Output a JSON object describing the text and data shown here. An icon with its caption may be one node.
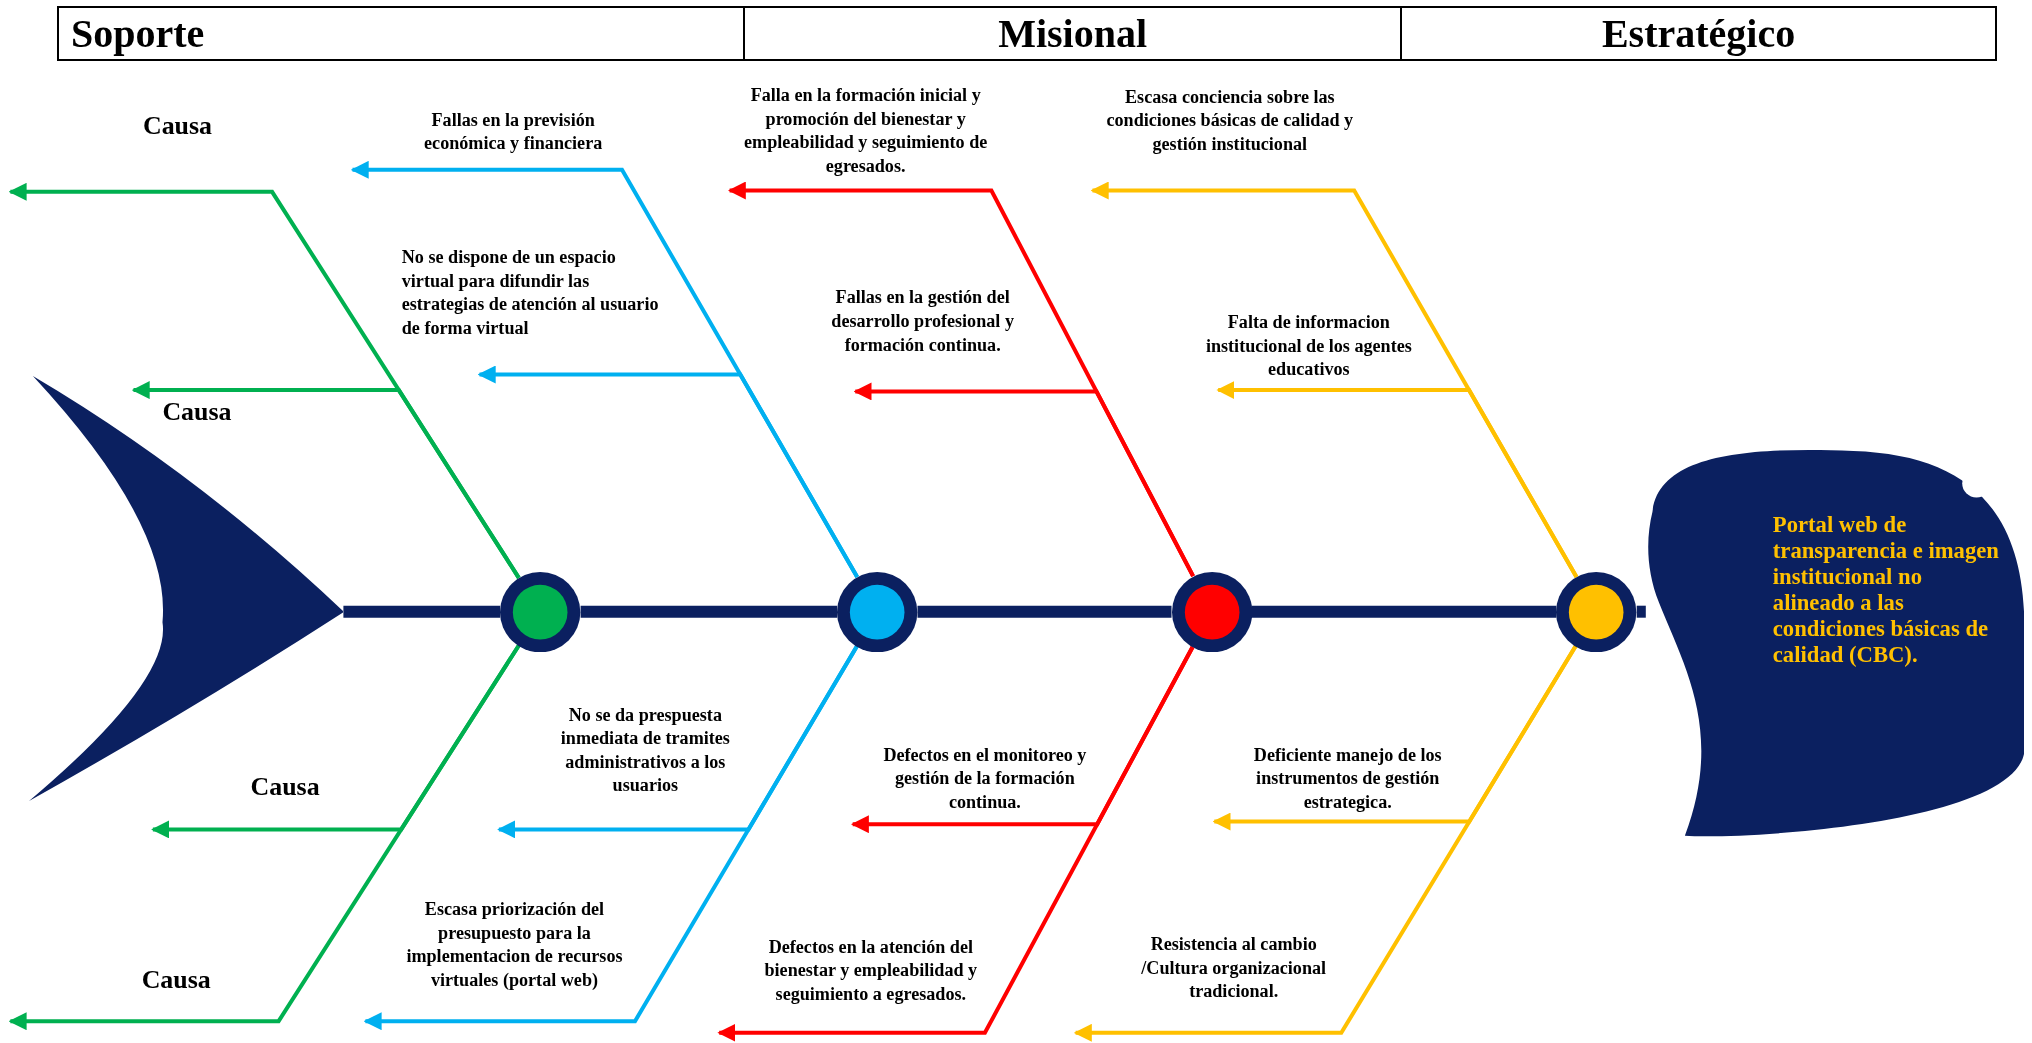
{
  "diagram": {
    "nodes": [
      {
        "text": [],
        "shape": "chevron"
      },
      {
        "text": [],
        "shape": "circle"
      },
      {
        "text": [],
        "shape": "circle"
      },
      {
        "text": [],
        "shape": "circle"
      },
      {
        "text": [],
        "shape": "circle"
      },
      {
        "text": [
          "Portal web de transparencia e imagen institucional no alineado a las condiciones básicas de calidad (CBC)."
        ]
      },
      {
        "text": [
          "Causa"
        ]
      },
      {
        "text": [
          "Causa"
        ]
      },
      {
        "text": [
          "Causa"
        ]
      },
      {
        "text": [
          "Causa"
        ]
      },
      {
        "text": [
          "Fallas en la previsión económica y financiera"
        ]
      },
      {
        "text": [
          "No se dispone de un espacio virtual para difundir las estrategias de atención al usuario de forma virtual"
        ]
      },
      {
        "text": [
          "No se da prespuesta inmediata de tramites administrativos a los usuarios"
        ]
      },
      {
        "text": [
          "Escasa priorización del presupuesto para la implementacion de recursos virtuales (portal web)"
        ]
      },
      {
        "text": [
          "Falla en la formación inicial y promoción del bienestar y empleabilidad y seguimiento de egresados."
        ]
      },
      {
        "text": [
          "Fallas en la gestión del desarrollo profesional y formación continua."
        ]
      },
      {
        "text": [
          "Defectos en el monitoreo y gestión de la formación continua."
        ]
      },
      {
        "text": [
          "Defectos en la atención del bienestar y empleabilidad y seguimiento a egresados."
        ]
      },
      {
        "text": [
          "Escasa conciencia sobre las condiciones básicas de calidad y gestión institucional"
        ]
      },
      {
        "text": [
          "Falta de informacion institucional de los agentes educativos"
        ]
      },
      {
        "text": [
          "Deficiente manejo de los instrumentos de gestión estrategica."
        ]
      },
      {
        "text": [
          "Resistencia al cambio /Cultura organizacional tradicional."
        ]
      }
    ],
    "edges": [
      {
        "from": 0,
        "to": 1,
        "arrow": "none",
        "style": "thick",
        "color": "#0b2060"
      },
      {
        "from": 1,
        "to": 2,
        "arrow": "none",
        "style": "thick",
        "color": "#0b2060"
      },
      {
        "from": 2,
        "to": 3,
        "arrow": "none",
        "style": "thick",
        "color": "#0b2060"
      },
      {
        "from": 3,
        "to": 4,
        "arrow": "none",
        "style": "thick",
        "color": "#0b2060"
      },
      {
        "from": 4,
        "to": 5,
        "arrow": "none",
        "style": "thick",
        "color": "#0b2060"
      },
      {
        "from": 1,
        "to": 6,
        "arrow": "to",
        "color": "#00b050"
      },
      {
        "from": 1,
        "to": 7,
        "arrow": "to",
        "color": "#00b050"
      },
      {
        "from": 1,
        "to": 8,
        "arrow": "to",
        "color": "#00b050"
      },
      {
        "from": 1,
        "to": 9,
        "arrow": "to",
        "color": "#00b050"
      },
      {
        "from": 2,
        "to": 10,
        "arrow": "to",
        "color": "#00b0f0"
      },
      {
        "from": 2,
        "to": 11,
        "arrow": "to",
        "color": "#00b0f0"
      },
      {
        "from": 2,
        "to": 12,
        "arrow": "to",
        "color": "#00b0f0"
      },
      {
        "from": 2,
        "to": 13,
        "arrow": "to",
        "color": "#00b0f0"
      },
      {
        "from": 3,
        "to": 14,
        "arrow": "to",
        "color": "#ff0000"
      },
      {
        "from": 3,
        "to": 15,
        "arrow": "to",
        "color": "#ff0000"
      },
      {
        "from": 3,
        "to": 16,
        "arrow": "to",
        "color": "#ff0000"
      },
      {
        "from": 3,
        "to": 17,
        "arrow": "to",
        "color": "#ff0000"
      },
      {
        "from": 4,
        "to": 18,
        "arrow": "to",
        "color": "#ffc000"
      },
      {
        "from": 4,
        "to": 19,
        "arrow": "to",
        "color": "#ffc000"
      },
      {
        "from": 4,
        "to": 20,
        "arrow": "to",
        "color": "#ffc000"
      },
      {
        "from": 4,
        "to": 21,
        "arrow": "to",
        "color": "#ffc000"
      }
    ],
    "labels": [
      "Soporte",
      "Misional",
      "Estratégico"
    ]
  }
}
